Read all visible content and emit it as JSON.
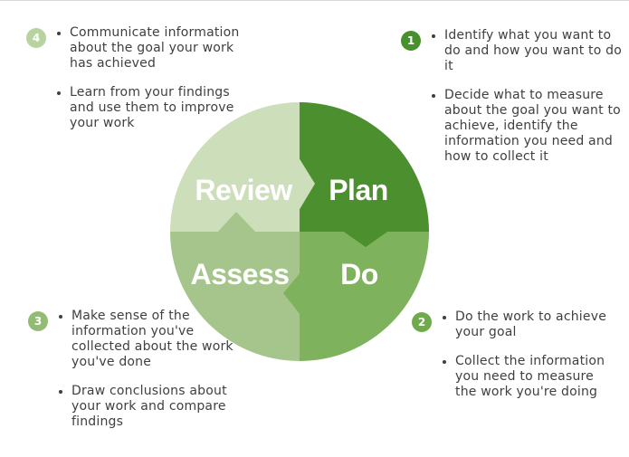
{
  "canvas": {
    "background": "#ffffff",
    "top_rule_color": "#d7d7d7",
    "text_color": "#3f3f3f"
  },
  "diagram": {
    "label_color": "#ffffff",
    "quadrants": {
      "plan": {
        "label": "Plan",
        "color": "#4b8f2e"
      },
      "do": {
        "label": "Do",
        "color": "#7fb25c"
      },
      "assess": {
        "label": "Assess",
        "color": "#a6c58c"
      },
      "review": {
        "label": "Review",
        "color": "#cddfba"
      }
    }
  },
  "steps": {
    "step1": {
      "number": "1",
      "badge_color": "#47902c",
      "bullets": [
        "Identify what you want to do and how you want to do it",
        "Decide what to measure about the goal you want to achieve, identify the information you need and how to collect it"
      ]
    },
    "step2": {
      "number": "2",
      "badge_color": "#6faa4c",
      "bullets": [
        "Do the work to achieve your goal",
        "Collect the information you need to measure the work you're doing"
      ]
    },
    "step3": {
      "number": "3",
      "badge_color": "#92bc74",
      "bullets": [
        "Make sense of the information you've collected about the work you've done",
        "Draw conclusions about your work and compare findings"
      ]
    },
    "step4": {
      "number": "4",
      "badge_color": "#b8d3a0",
      "bullets": [
        "Communicate information about the goal your work has achieved",
        "Learn from your findings and use them to improve your work"
      ]
    }
  }
}
